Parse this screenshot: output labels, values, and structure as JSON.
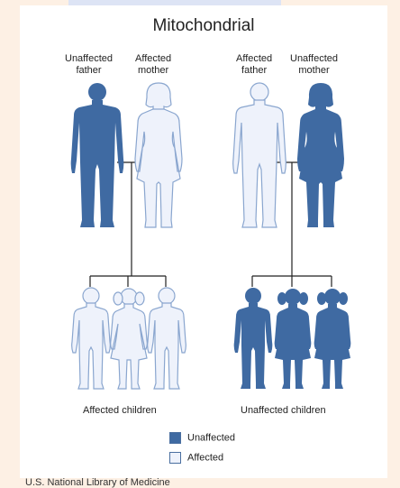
{
  "title": "Mitochondrial",
  "left_family": {
    "father_label_line1": "Unaffected",
    "father_label_line2": "father",
    "mother_label_line1": "Affected",
    "mother_label_line2": "mother",
    "children_caption": "Affected children"
  },
  "right_family": {
    "father_label_line1": "Affected",
    "father_label_line2": "father",
    "mother_label_line1": "Unaffected",
    "mother_label_line2": "mother",
    "children_caption": "Unaffected children"
  },
  "legend": {
    "unaffected": "Unaffected",
    "affected": "Affected"
  },
  "colors": {
    "unaffected_fill": "#3f6aa2",
    "affected_fill": "#eef2fb",
    "affected_stroke": "#8aa6cf"
  },
  "credit": "U.S. National Library of Medicine"
}
